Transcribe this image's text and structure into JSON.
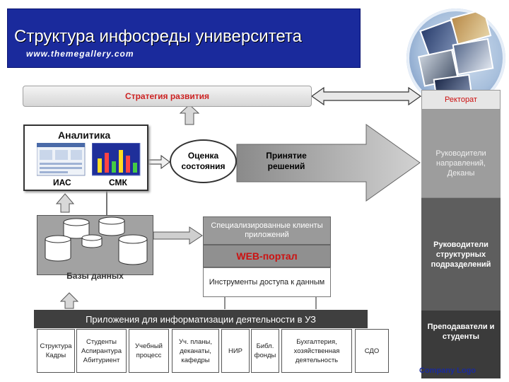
{
  "header": {
    "title": "Структура инфосреды университета",
    "url": "www.themegallery.com"
  },
  "strategy": {
    "label": "Стратегия развития"
  },
  "right_panel": {
    "rectorate": "Ректорат",
    "heads": "Руководители направлений, Деканы",
    "structural_heads": "Руководители структурных подразделений",
    "teachers_students": "Преподаватели и студенты"
  },
  "analytics": {
    "title": "Аналитика",
    "ias": "ИАС",
    "smk": "СМК"
  },
  "assessment": {
    "label": "Оценка состояния"
  },
  "decision": {
    "label": "Принятие решений"
  },
  "databases": {
    "label": "Базы данных"
  },
  "clients": {
    "specialized": "Специализированные клиенты приложений",
    "web_portal": "WEB-портал",
    "access_tools": "Инструменты доступа к данным"
  },
  "applications": {
    "header": "Приложения для информатизации деятельности в УЗ",
    "items": [
      "Структура Кадры",
      "Студенты Аспирантура Абитуриент",
      "Учебный процесс",
      "Уч. планы, деканаты, кафедры",
      "НИР",
      "Библ. фонды",
      "Бухгалтерия, хозяйственная деятельность",
      "СДО"
    ]
  },
  "footer": {
    "company_logo": "Company Logo"
  }
}
